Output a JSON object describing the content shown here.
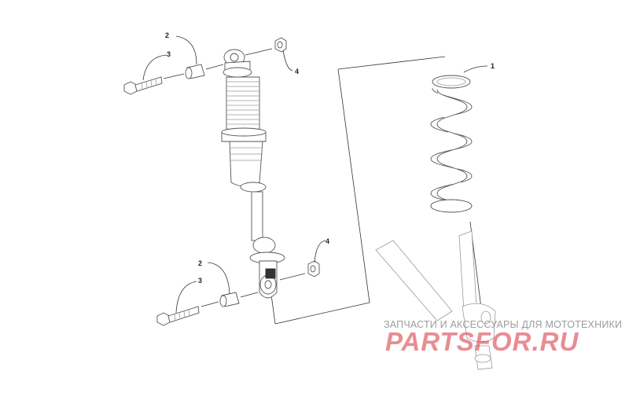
{
  "callouts": {
    "spring": "1",
    "upper_bushing": "2",
    "upper_bolt": "3",
    "upper_nut": "4",
    "lower_bushing": "2",
    "lower_bolt": "3",
    "lower_nut": "4"
  },
  "watermark": {
    "subtitle": "ЗАПЧАСТИ И АКСЕССУАРЫ ДЛЯ МОТОТЕХНИКИ",
    "logo": "PARTSFOR.RU"
  },
  "colors": {
    "line": "#333333",
    "watermark_logo": "#e05560",
    "watermark_text": "#9c9c9c"
  }
}
